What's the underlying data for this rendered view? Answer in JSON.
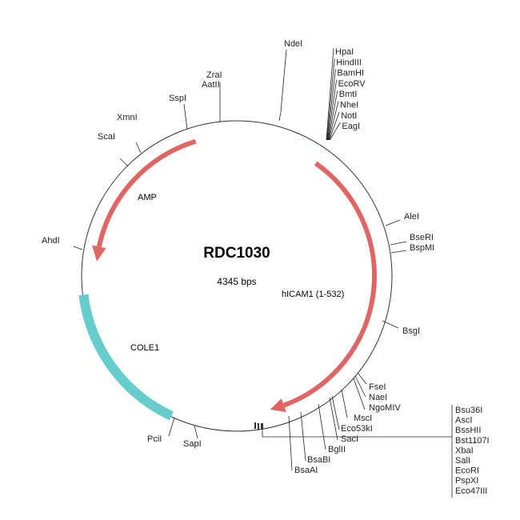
{
  "plasmid": {
    "name": "RDC1030",
    "size": "4345 bps"
  },
  "features": [
    {
      "label": "AMP",
      "color": "#e06666"
    },
    {
      "label": "hICAM1 (1-532)",
      "color": "#e06666"
    },
    {
      "label": "COLE1",
      "color": "#66cccc"
    }
  ],
  "sites": {
    "ndei": "NdeI",
    "zrai": "ZraI",
    "aatii": "AatII",
    "sspi": "SspI",
    "xmni": "XmnI",
    "scai": "ScaI",
    "ahdi": "AhdI",
    "cluster_top": [
      "HpaI",
      "HindIII",
      "BamHI",
      "EcoRV",
      "BmtI",
      "NheI",
      "NotI",
      "EagI"
    ],
    "alei": "AleI",
    "bseri": "BseRI",
    "bspmi": "BspMI",
    "bsgi": "BsgI",
    "fsei": "FseI",
    "naei": "NaeI",
    "ngomiv": "NgoMIV",
    "msci": "MscI",
    "eco53ki": "Eco53kI",
    "saci": "SacI",
    "bglii": "BglII",
    "bsabi": "BsaBI",
    "bsaai": "BsaAI",
    "sapi": "SapI",
    "pcii": "PciI",
    "cluster_bottom": [
      "Bsu36I",
      "AscI",
      "BssHII",
      "Bst1107I",
      "XbaI",
      "SalI",
      "EcoRI",
      "PspXI",
      "Eco47III"
    ]
  }
}
